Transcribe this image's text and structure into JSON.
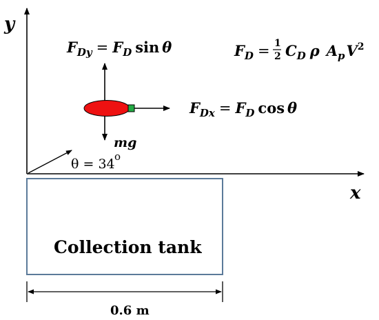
{
  "axes": {
    "x_label": "x",
    "y_label": "y"
  },
  "forces": {
    "fdy": {
      "sym": "F",
      "sub": "Dy",
      "eq": "=",
      "rhs_sym": "F",
      "rhs_sub": "D",
      "func": "sin",
      "angle_sym": "θ"
    },
    "fdx": {
      "sym": "F",
      "sub": "Dx",
      "eq": "=",
      "rhs_sym": "F",
      "rhs_sub": "D",
      "func": "cos",
      "angle_sym": "θ"
    },
    "weight": "mg",
    "drag": {
      "sym": "F",
      "sub": "D",
      "eq": "=",
      "frac_num": "1",
      "frac_den": "2",
      "cd": "C",
      "cd_sub": "D",
      "rho": "ρ",
      "ap": "A",
      "ap_sub": "p",
      "v": "V",
      "v_sup": "2"
    }
  },
  "angle": {
    "text": "θ = 34",
    "degree_mark": "o"
  },
  "tank": {
    "label": "Collection tank",
    "width_label": "0.6 m"
  },
  "colors": {
    "droplet": "#ee1111",
    "nozzle": "#22aa44",
    "tank_border": "#5b7a99",
    "axis": "#000000"
  }
}
